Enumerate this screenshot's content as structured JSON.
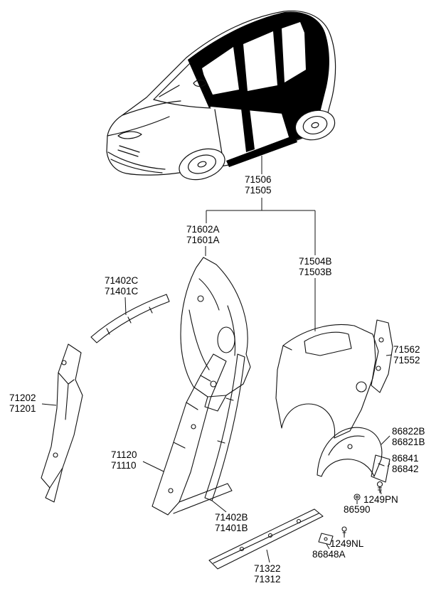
{
  "page": {
    "background": "#ffffff",
    "ink": "#000000",
    "description": "Vehicle body side panel exploded parts diagram"
  },
  "labels": [
    {
      "name": "71506-71505",
      "lines": [
        "71506",
        "71505"
      ]
    },
    {
      "name": "71602A-71601A",
      "lines": [
        "71602A",
        "71601A"
      ]
    },
    {
      "name": "71402C-71401C",
      "lines": [
        "71402C",
        "71401C"
      ]
    },
    {
      "name": "71504B-71503B",
      "lines": [
        "71504B",
        "71503B"
      ]
    },
    {
      "name": "71562-71552",
      "lines": [
        "71562",
        "71552"
      ]
    },
    {
      "name": "71202-71201",
      "lines": [
        "71202",
        "71201"
      ]
    },
    {
      "name": "86822B-86821B",
      "lines": [
        "86822B",
        "86821B"
      ]
    },
    {
      "name": "86841-86842",
      "lines": [
        "86841",
        "86842"
      ]
    },
    {
      "name": "1249PN",
      "lines": [
        "1249PN"
      ]
    },
    {
      "name": "86590",
      "lines": [
        "86590"
      ]
    },
    {
      "name": "71120-71110",
      "lines": [
        "71120",
        "71110"
      ]
    },
    {
      "name": "71402B-71401B",
      "lines": [
        "71402B",
        "71401B"
      ]
    },
    {
      "name": "1249NL",
      "lines": [
        "1249NL"
      ]
    },
    {
      "name": "86848A",
      "lines": [
        "86848A"
      ]
    },
    {
      "name": "71322-71312",
      "lines": [
        "71322",
        "71312"
      ]
    }
  ]
}
